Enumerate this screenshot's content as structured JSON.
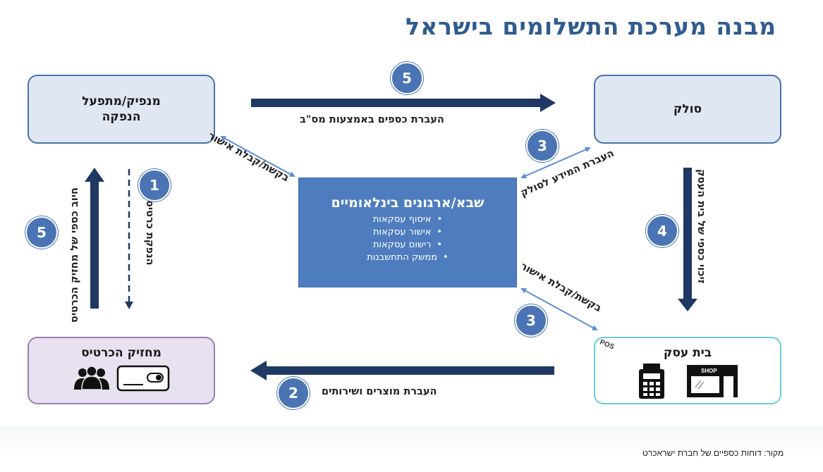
{
  "title": "מבנה מערכת התשלומים בישראל",
  "boxes": {
    "issuer_line1": "מנפיק/מתפעל",
    "issuer_line2": "הנפקה",
    "acquirer": "סולק",
    "holder": "מחזיק הכרטיס",
    "business": "בית עסק",
    "pos": "POS",
    "shop": "SHOP"
  },
  "center": {
    "title": "שבא/ארגונים בינלאומיים",
    "items": [
      "איסוף עסקאות",
      "אישור עסקאות",
      "רישום עסקאות",
      "ממשק התחשבנות"
    ]
  },
  "labels": {
    "transfer_funds_mas": "העברת כספים באמצעות מס\"ב",
    "request_approval_top": "בקשת/קבלת אישור",
    "transfer_info_acquirer": "העברת המידע לסולק",
    "request_approval_bottom": "בקשת/קבלת אישור",
    "credit_business": "זיכוי כספי של בית העסק",
    "charge_holder": "חיוב כספי של מחזיק הכרטיס",
    "issue_card": "הנפקת כרטיס",
    "transfer_goods": "העברת מוצרים ושירותים"
  },
  "numbers": {
    "top_transfer": "5",
    "issue": "1",
    "charge": "5",
    "info": "3",
    "credit": "4",
    "approval_bottom": "3",
    "goods": "2"
  },
  "source": "מקור: דוחות כספיים של חברת ישראכרט",
  "colors": {
    "arrow_dark": "#1f3864",
    "arrow_light": "#5b8fd3",
    "circle": "#4a74b4",
    "center_box": "#4e7dbf",
    "title": "#2f5b8f"
  }
}
